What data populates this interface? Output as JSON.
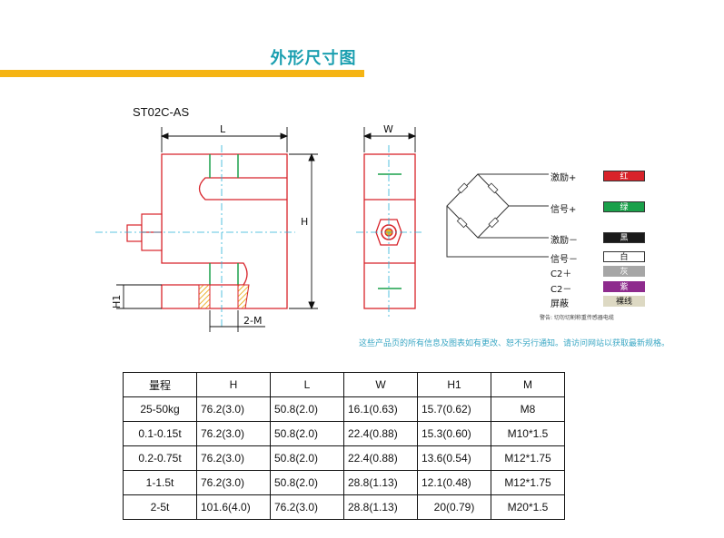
{
  "header": {
    "title": "外形尺寸图",
    "accent_color": "#f5b414",
    "title_color": "#1b9fb0"
  },
  "drawing": {
    "model": "ST02C-AS",
    "dim_L": "L",
    "dim_H": "H",
    "dim_W": "W",
    "dim_H1": "H1",
    "dim_M": "2-M"
  },
  "wiring": {
    "items": [
      {
        "label": "激励+",
        "color_name": "红",
        "color": "#d8232a",
        "text_color": "#ffffff"
      },
      {
        "label": "信号+",
        "color_name": "绿",
        "color": "#1aa04a",
        "text_color": "#ffffff"
      },
      {
        "label": "激励－",
        "color_name": "黑",
        "color": "#1a1a1a",
        "text_color": "#ffffff"
      },
      {
        "label": "信号－",
        "color_name": "白",
        "color": "#ffffff",
        "text_color": "#111111"
      },
      {
        "label": "C2＋",
        "color_name": "灰",
        "color": "#a6a6a6",
        "text_color": "#ffffff"
      },
      {
        "label": "C2－",
        "color_name": "紫",
        "color": "#8e2b8d",
        "text_color": "#ffffff"
      },
      {
        "label": "屏蔽",
        "color_name": "裸线",
        "color": "#ddd9c3",
        "text_color": "#111111"
      }
    ],
    "warning": "警告: 切勿切割称重传感器电缆"
  },
  "notice": "这些产品页的所有信息及图表如有更改、恕不另行通知。请访问网站以获取最新规格。",
  "table": {
    "headers": [
      "量程",
      "H",
      "L",
      "W",
      "H1",
      "M"
    ],
    "rows": [
      [
        "25-50kg",
        "76.2(3.0)",
        "50.8(2.0)",
        "16.1(0.63)",
        "15.7(0.62)",
        "M8"
      ],
      [
        "0.1-0.15t",
        "76.2(3.0)",
        "50.8(2.0)",
        "22.4(0.88)",
        "15.3(0.60)",
        "M10*1.5"
      ],
      [
        "0.2-0.75t",
        "76.2(3.0)",
        "50.8(2.0)",
        "22.4(0.88)",
        "13.6(0.54)",
        "M12*1.75"
      ],
      [
        "1-1.5t",
        "76.2(3.0)",
        "50.8(2.0)",
        "28.8(1.13)",
        "12.1(0.48)",
        "M12*1.75"
      ],
      [
        "2-5t",
        "101.6(4.0)",
        "76.2(3.0)",
        "28.8(1.13)",
        "20(0.79)",
        "M20*1.5"
      ]
    ]
  }
}
